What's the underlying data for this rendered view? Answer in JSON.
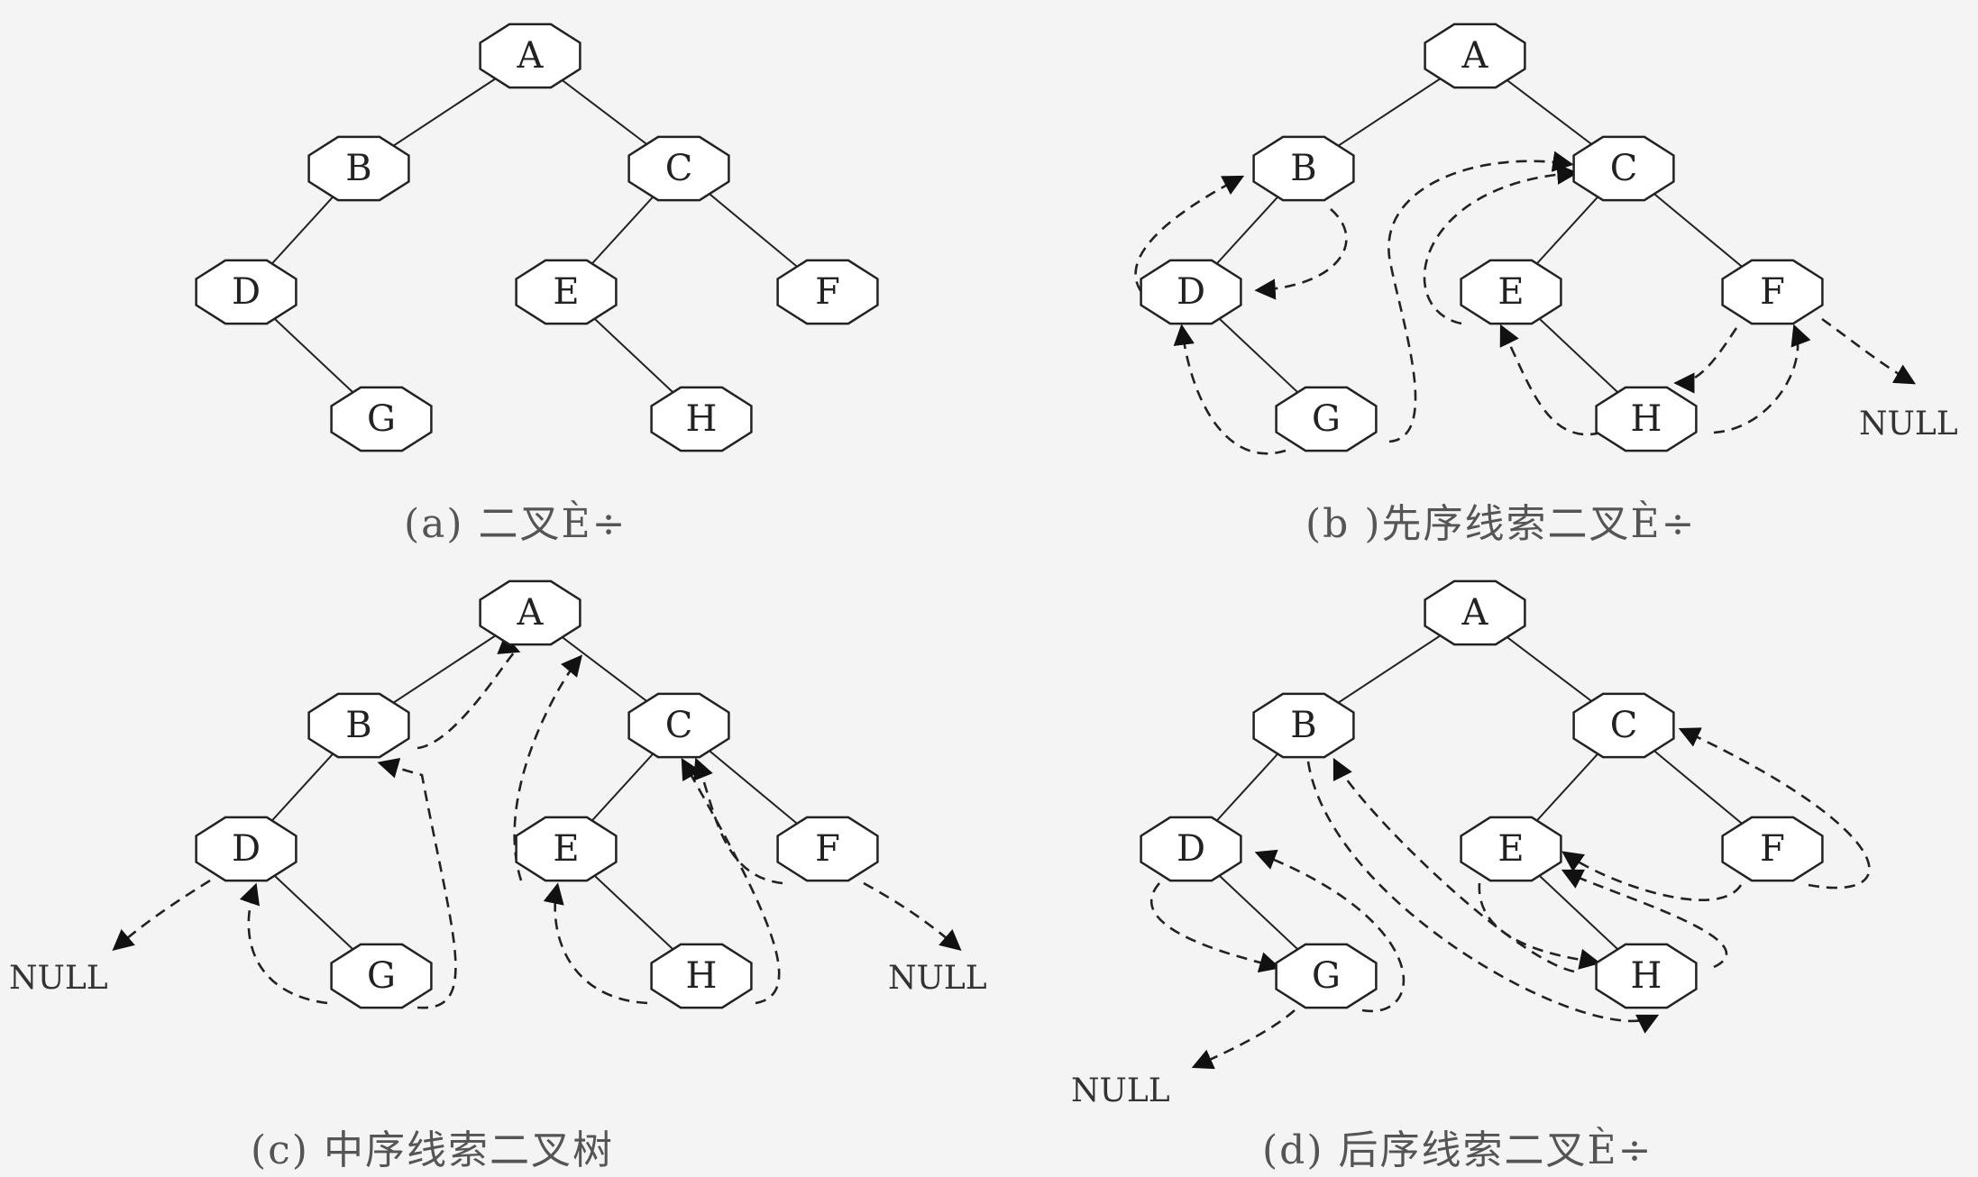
{
  "diagrams": [
    {
      "id": "a",
      "caption": "(a) 二叉È÷",
      "nodes": [
        "A",
        "B",
        "C",
        "D",
        "E",
        "F",
        "G",
        "H"
      ],
      "edges": [
        [
          "A",
          "B"
        ],
        [
          "A",
          "C"
        ],
        [
          "B",
          "D"
        ],
        [
          "C",
          "E"
        ],
        [
          "C",
          "F"
        ],
        [
          "D",
          "G"
        ],
        [
          "E",
          "H"
        ]
      ],
      "null_labels": []
    },
    {
      "id": "b",
      "caption": "(b )先序线索二叉È÷",
      "nodes": [
        "A",
        "B",
        "C",
        "D",
        "E",
        "F",
        "G",
        "H"
      ],
      "edges": [
        [
          "A",
          "B"
        ],
        [
          "A",
          "C"
        ],
        [
          "B",
          "D"
        ],
        [
          "C",
          "E"
        ],
        [
          "C",
          "F"
        ],
        [
          "D",
          "G"
        ],
        [
          "E",
          "H"
        ]
      ],
      "null_labels": [
        "NULL"
      ]
    },
    {
      "id": "c",
      "caption": "(c) 中序线索二叉树",
      "nodes": [
        "A",
        "B",
        "C",
        "D",
        "E",
        "F",
        "G",
        "H"
      ],
      "edges": [
        [
          "A",
          "B"
        ],
        [
          "A",
          "C"
        ],
        [
          "B",
          "D"
        ],
        [
          "C",
          "E"
        ],
        [
          "C",
          "F"
        ],
        [
          "D",
          "G"
        ],
        [
          "E",
          "H"
        ]
      ],
      "null_labels": [
        "NULL",
        "NULL"
      ]
    },
    {
      "id": "d",
      "caption": "(d) 后序线索二叉È÷",
      "nodes": [
        "A",
        "B",
        "C",
        "D",
        "E",
        "F",
        "G",
        "H"
      ],
      "edges": [
        [
          "A",
          "B"
        ],
        [
          "A",
          "C"
        ],
        [
          "B",
          "D"
        ],
        [
          "C",
          "E"
        ],
        [
          "C",
          "F"
        ],
        [
          "D",
          "G"
        ],
        [
          "E",
          "H"
        ]
      ],
      "null_labels": [
        "NULL"
      ]
    }
  ],
  "colors": {
    "background": "#f4f4f4",
    "ink": "#222222",
    "caption": "#555555"
  }
}
